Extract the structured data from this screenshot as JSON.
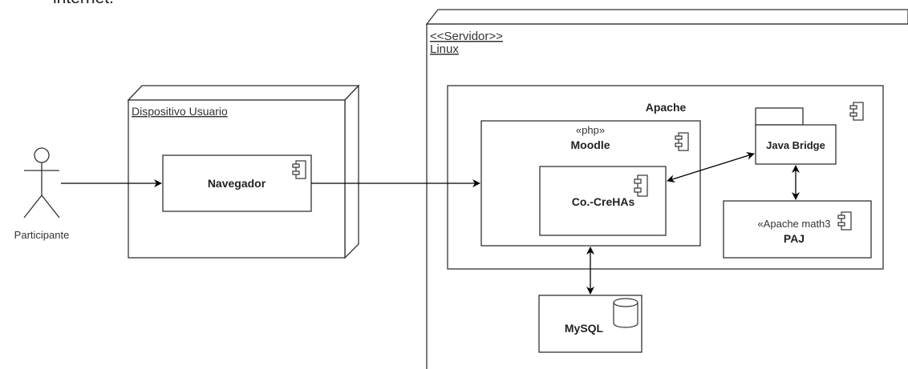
{
  "header": {
    "cut_text": "internet."
  },
  "actor": {
    "label": "Participante"
  },
  "device_node": {
    "title": "Dispositivo Usuario"
  },
  "browser": {
    "label": "Navegador"
  },
  "server_node": {
    "stereotype": "<<Servidor>>",
    "os": "Linux"
  },
  "apache": {
    "label": "Apache"
  },
  "moodle": {
    "stereotype": "«php»",
    "label": "Moodle"
  },
  "cocrehas": {
    "label": "Co.-CreHAs"
  },
  "java_bridge": {
    "label": "Java Bridge"
  },
  "paj": {
    "stereotype": "«Apache math3",
    "label": "PAJ"
  },
  "mysql": {
    "label": "MySQL"
  }
}
